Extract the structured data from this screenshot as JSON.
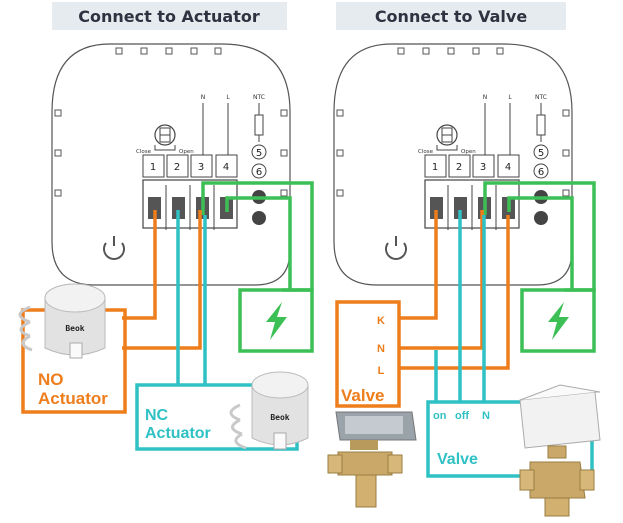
{
  "left_panel": {
    "title": "Connect to Actuator",
    "terminals": [
      "1",
      "2",
      "3",
      "4"
    ],
    "top_labels": {
      "n": "N",
      "l": "L",
      "ntc": "NTC",
      "close": "Close",
      "open": "Open"
    },
    "ntc_terminals": [
      "5",
      "6"
    ],
    "no_actuator_label_line1": "NO",
    "no_actuator_label_line2": "Actuator",
    "nc_actuator_label_line1": "NC",
    "nc_actuator_label_line2": "Actuator",
    "brand": "Beok"
  },
  "right_panel": {
    "title": "Connect to Valve",
    "terminals": [
      "1",
      "2",
      "3",
      "4"
    ],
    "top_labels": {
      "n": "N",
      "l": "L",
      "ntc": "NTC",
      "close": "Close",
      "open": "Open"
    },
    "ntc_terminals": [
      "5",
      "6"
    ],
    "knl": [
      "K",
      "N",
      "L"
    ],
    "valve_label_left": "Valve",
    "valve_label_right": "Valve",
    "on_label": "on",
    "off_label": "off",
    "n_label": "N"
  },
  "colors": {
    "orange": "#ee7d1c",
    "cyan": "#2fc1c4",
    "green": "#3cbf55",
    "header_bg": "#e6ebef"
  },
  "icons": [
    "lightning-bolt-icon",
    "power-button-icon",
    "thermostat-outline"
  ]
}
